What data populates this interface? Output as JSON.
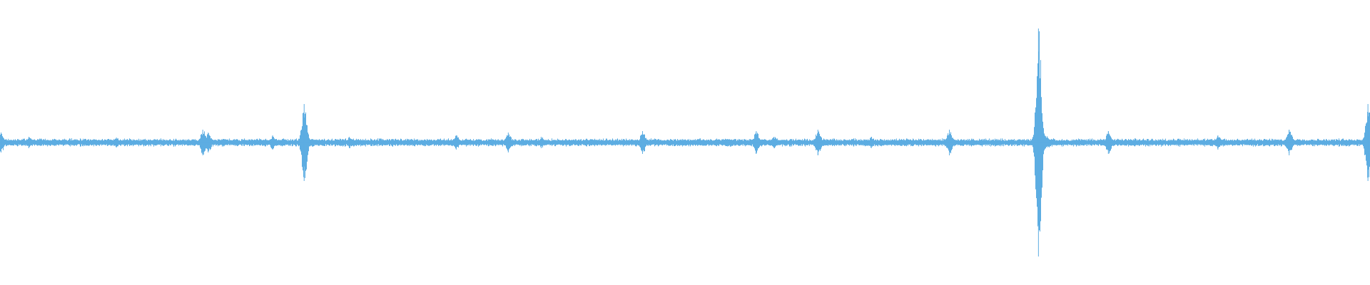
{
  "waveform": {
    "color": "#5dade2",
    "background": "#ffffff",
    "baseline_amplitude": 0.018,
    "noise_amplitude": 0.012,
    "peaks": [
      {
        "position": 0.0008,
        "amplitude": 0.07
      },
      {
        "position": 0.021,
        "amplitude": 0.04
      },
      {
        "position": 0.085,
        "amplitude": 0.035
      },
      {
        "position": 0.148,
        "amplitude": 0.09
      },
      {
        "position": 0.152,
        "amplitude": 0.07
      },
      {
        "position": 0.199,
        "amplitude": 0.05
      },
      {
        "position": 0.222,
        "amplitude": 0.27
      },
      {
        "position": 0.255,
        "amplitude": 0.04
      },
      {
        "position": 0.333,
        "amplitude": 0.05
      },
      {
        "position": 0.371,
        "amplitude": 0.07
      },
      {
        "position": 0.395,
        "amplitude": 0.04
      },
      {
        "position": 0.469,
        "amplitude": 0.08
      },
      {
        "position": 0.552,
        "amplitude": 0.08
      },
      {
        "position": 0.565,
        "amplitude": 0.04
      },
      {
        "position": 0.597,
        "amplitude": 0.09
      },
      {
        "position": 0.636,
        "amplitude": 0.04
      },
      {
        "position": 0.693,
        "amplitude": 0.09
      },
      {
        "position": 0.758,
        "amplitude": 0.8
      },
      {
        "position": 0.809,
        "amplitude": 0.08
      },
      {
        "position": 0.889,
        "amplitude": 0.05
      },
      {
        "position": 0.941,
        "amplitude": 0.09
      },
      {
        "position": 0.9985,
        "amplitude": 0.27
      }
    ]
  }
}
